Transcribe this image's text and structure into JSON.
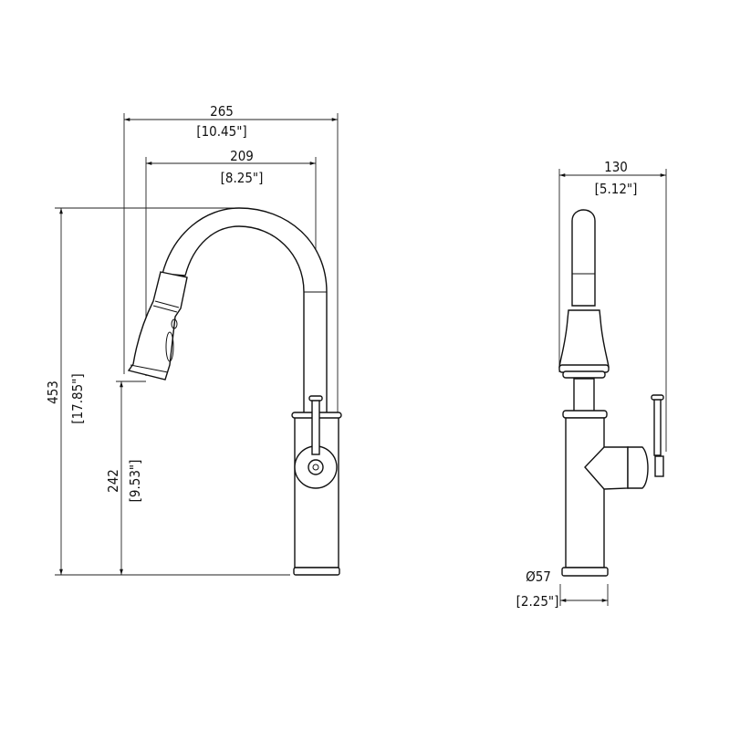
{
  "front_view": {
    "overall_width": {
      "mm": "265",
      "inch": "[10.45\"]"
    },
    "spout_reach": {
      "mm": "209",
      "inch": "[8.25\"]"
    },
    "overall_height": {
      "mm": "453",
      "inch": "[17.85\"]"
    },
    "spout_height": {
      "mm": "242",
      "inch": "[9.53\"]"
    }
  },
  "side_view": {
    "depth": {
      "mm": "130",
      "inch": "[5.12\"]"
    },
    "base_diameter": {
      "mm": "Ø57",
      "inch": "[2.25\"]"
    }
  }
}
